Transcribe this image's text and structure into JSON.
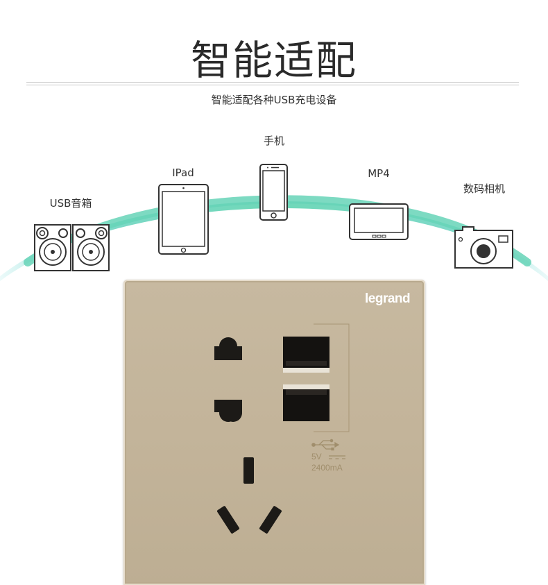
{
  "header": {
    "title": "智能适配",
    "subtitle": "智能适配各种USB充电设备"
  },
  "devices": [
    {
      "label": "USB音箱",
      "icon": "speakers-icon"
    },
    {
      "label": "IPad",
      "icon": "tablet-icon"
    },
    {
      "label": "手机",
      "icon": "phone-icon"
    },
    {
      "label": "MP4",
      "icon": "mp4-player-icon"
    },
    {
      "label": "数码相机",
      "icon": "camera-icon"
    }
  ],
  "product": {
    "brand": "legrand",
    "usb_voltage": "5V",
    "usb_current": "2400mA",
    "panel_color": "#c4b59b",
    "arc_color": "#6fd8c4"
  }
}
